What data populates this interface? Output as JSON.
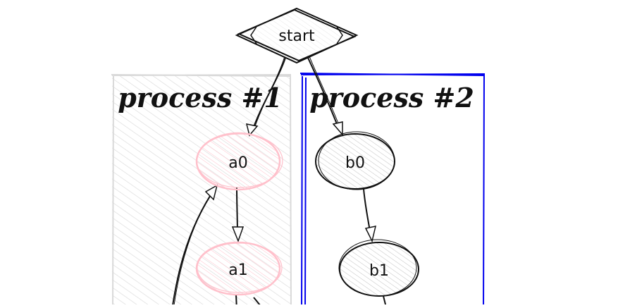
{
  "diagram": {
    "start": {
      "label": "start"
    },
    "clusters": [
      {
        "id": "process1",
        "title": "process #1",
        "border_color": "#d9d9d9",
        "fill_color": "#d9d9d9",
        "hatched": true
      },
      {
        "id": "process2",
        "title": "process #2",
        "border_color": "#0000ee",
        "fill_color": "#ffffff",
        "hatched": false
      }
    ],
    "nodes": [
      {
        "id": "a0",
        "label": "a0",
        "cluster": "process1",
        "stroke_color": "#ffc0cb",
        "fill_color": "#ffc0cb"
      },
      {
        "id": "a1",
        "label": "a1",
        "cluster": "process1",
        "stroke_color": "#ffc0cb",
        "fill_color": "#ffc0cb"
      },
      {
        "id": "b0",
        "label": "b0",
        "cluster": "process2",
        "stroke_color": "#000000",
        "fill_color": "#c0c0c0"
      },
      {
        "id": "b1",
        "label": "b1",
        "cluster": "process2",
        "stroke_color": "#000000",
        "fill_color": "#c0c0c0"
      }
    ],
    "edges": [
      {
        "from": "start",
        "to": "a0"
      },
      {
        "from": "start",
        "to": "b0"
      },
      {
        "from": "a0",
        "to": "a1"
      },
      {
        "from": "b0",
        "to": "b1"
      },
      {
        "from": "a1",
        "to": "a0"
      }
    ]
  }
}
